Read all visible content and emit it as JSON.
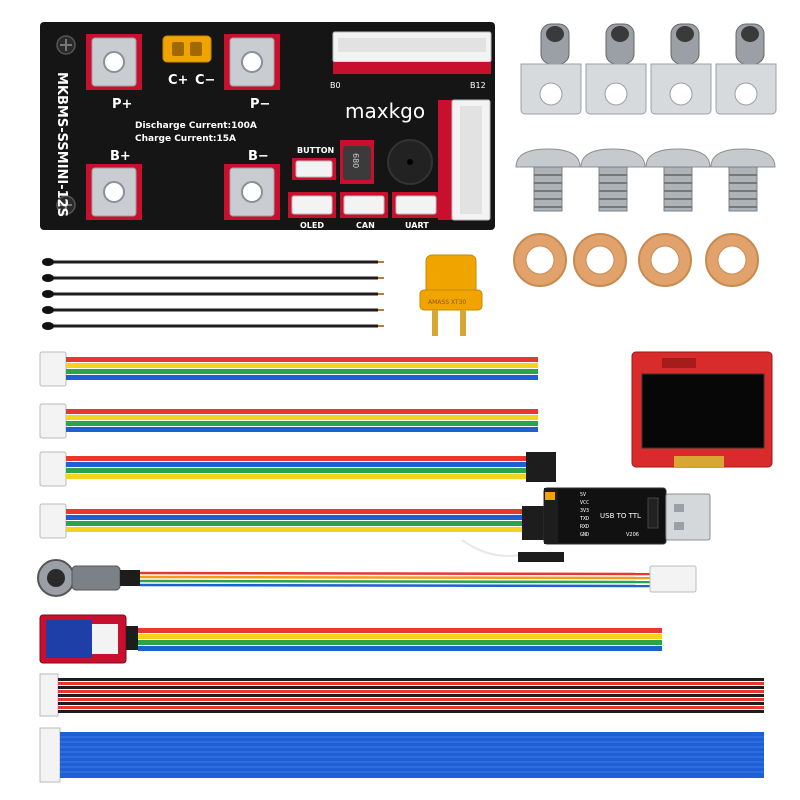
{
  "board": {
    "model": "MKBMS-SSMINI-12S",
    "brand": "maxkgo",
    "discharge": "Discharge Current:100A",
    "charge": "Charge Current:15A",
    "terminals": {
      "p_plus": "P+",
      "p_minus": "P−",
      "b_plus": "B+",
      "b_minus": "B−",
      "c_plus": "C+",
      "c_minus": "C−"
    },
    "balance_start": "B0",
    "balance_end": "B12",
    "ports": {
      "button": "BUTTON",
      "oled": "OLED",
      "can": "CAN",
      "uart": "UART"
    },
    "inductor_code": "680"
  },
  "xt_connector": {
    "label": "AMASS XT30"
  },
  "usb_ttl": {
    "title": "USB TO TTL",
    "pins": [
      "5V",
      "VCC",
      "3V3",
      "TXD",
      "RXD",
      "GND"
    ],
    "version": "V206"
  },
  "colors": {
    "board": "#151515",
    "pad": "#c8102e",
    "terminal": "#c9ccd0",
    "xt": "#f0a400",
    "wire_red": "#e8372e",
    "wire_orange": "#f39a1f",
    "wire_yellow": "#f4d21e",
    "wire_green": "#2aa34a",
    "wire_blue": "#1e5fd6",
    "wire_black": "#1d1d1d",
    "washer": "#e1a36b",
    "oled_pcb": "#d92b2b"
  }
}
